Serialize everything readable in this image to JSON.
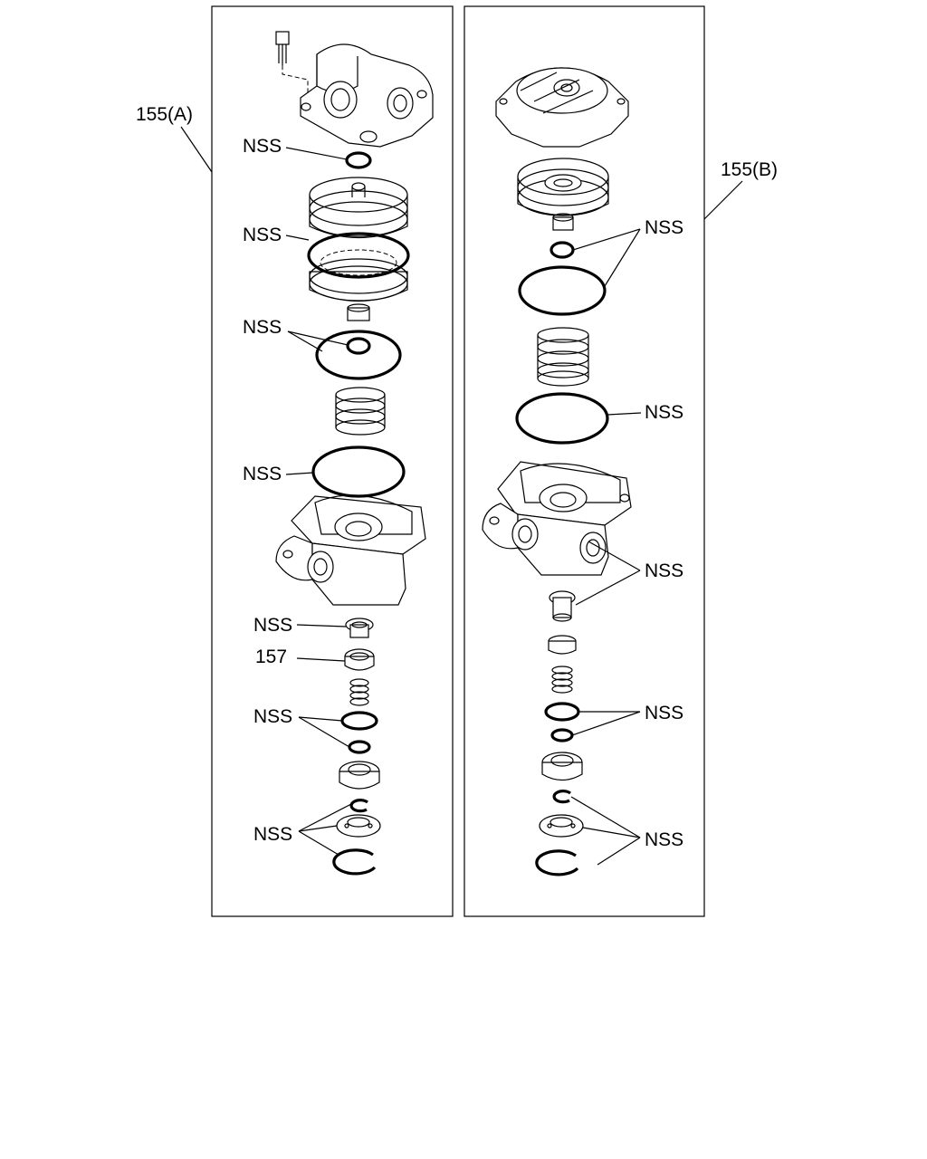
{
  "panels": [
    {
      "id": "A",
      "callout": "155(A)",
      "labels": [
        "NSS",
        "NSS",
        "NSS",
        "NSS",
        "NSS",
        "157",
        "NSS",
        "NSS"
      ]
    },
    {
      "id": "B",
      "callout": "155(B)",
      "labels": [
        "NSS",
        "NSS",
        "NSS",
        "NSS",
        "NSS"
      ]
    }
  ]
}
